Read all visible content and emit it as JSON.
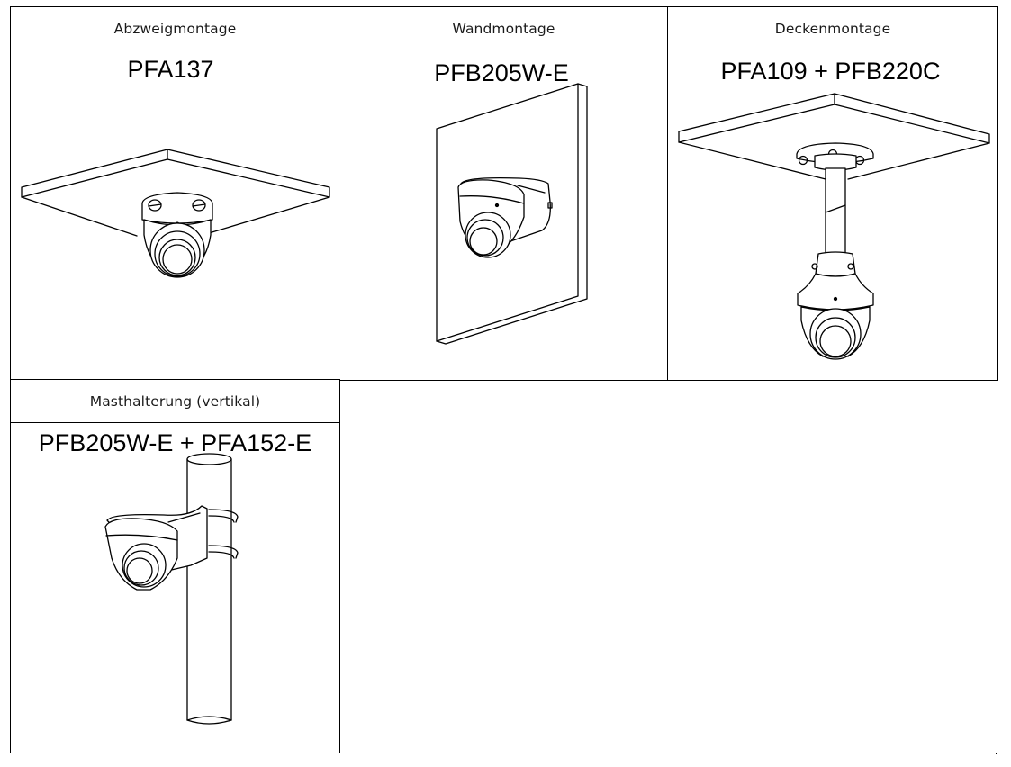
{
  "table": {
    "row1": [
      {
        "header": "Abzweigmontage",
        "model": "PFA137",
        "illustration": "ceiling-junction-box-dome-camera"
      },
      {
        "header": "Wandmontage",
        "model": "PFB205W-E",
        "illustration": "wall-mount-dome-camera"
      },
      {
        "header": "Deckenmontage",
        "model": "PFA109 + PFB220C",
        "illustration": "pendant-ceiling-mount-dome-camera"
      }
    ],
    "row2": [
      {
        "header": "Masthalterung (vertikal)",
        "model": "PFB205W-E + PFA152-E",
        "illustration": "pole-mount-dome-camera"
      }
    ]
  }
}
